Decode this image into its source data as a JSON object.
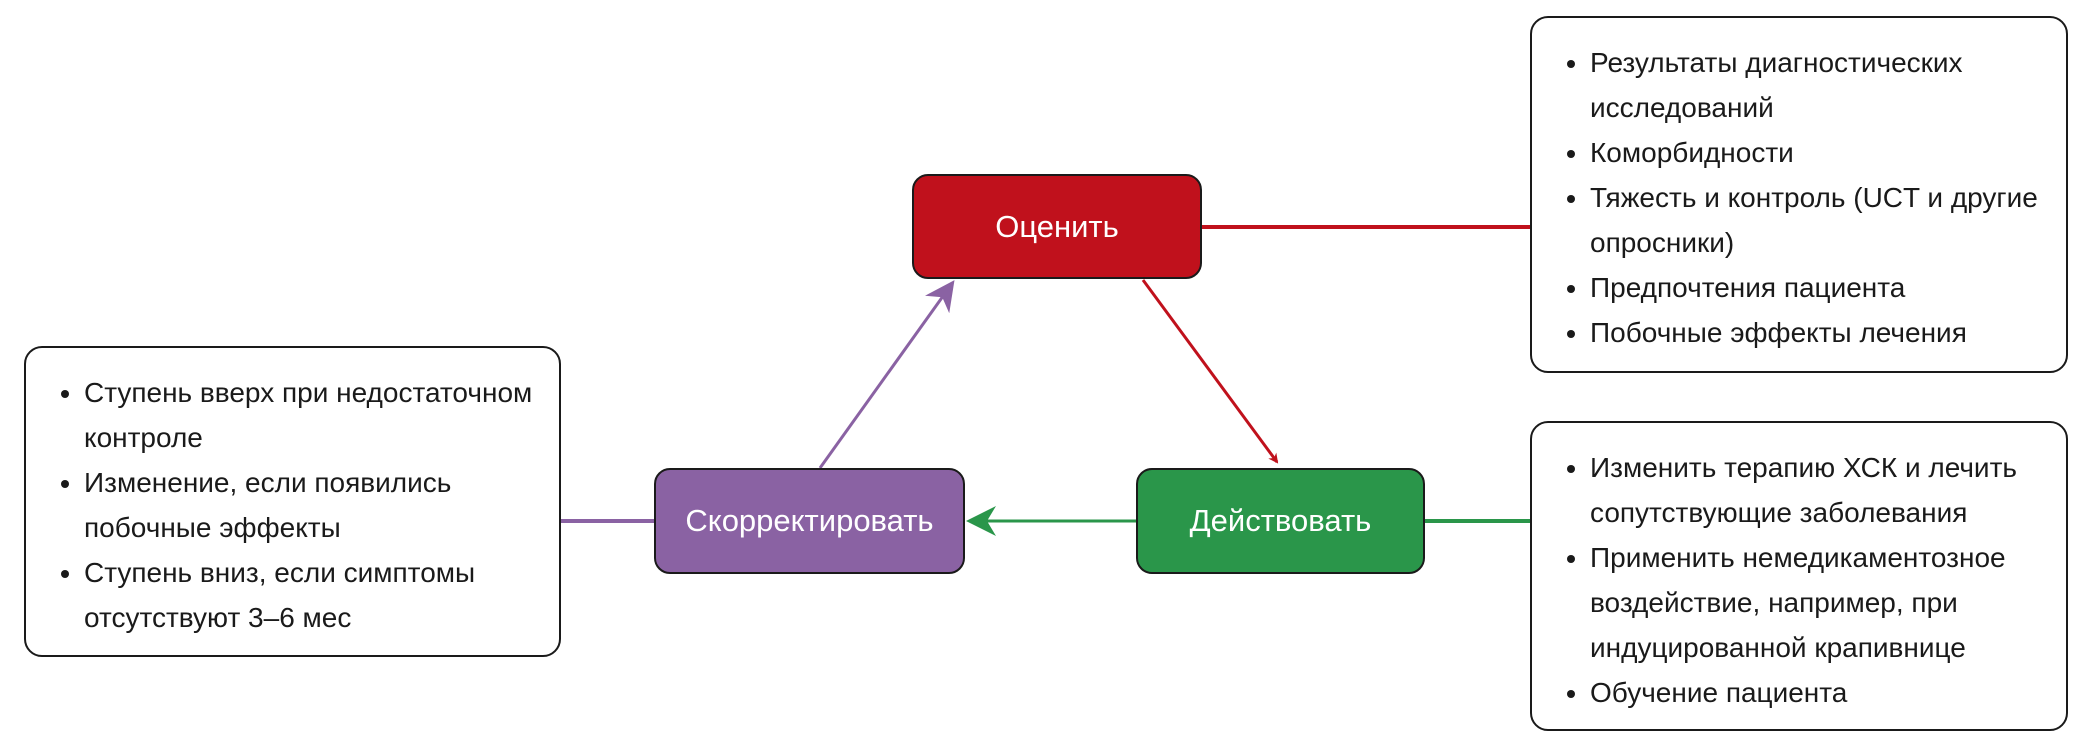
{
  "nodes": {
    "assess": {
      "label": "Оценить",
      "color": "#c0111c"
    },
    "act": {
      "label": "Действовать",
      "color": "#2a964a"
    },
    "adjust": {
      "label": "Скорректировать",
      "color": "#8a62a3"
    }
  },
  "assess_box": {
    "items": [
      "Результаты диагностических исследований",
      "Коморбидности",
      "Тяжесть и контроль (UCT и другие опросники)",
      "Предпочтения пациента",
      "Побочные эффекты лечения"
    ]
  },
  "act_box": {
    "items": [
      "Изменить терапию ХСК и лечить сопутствующие заболевания",
      "Применить немедикаментозное воздействие, например, при индуцированной крапивнице",
      "Обучение пациента"
    ]
  },
  "adjust_box": {
    "items": [
      "Ступень вверх при недостаточном контроле",
      "Изменение, если появились побочные эффекты",
      "Ступень вниз, если симптомы отсутствуют 3–6 мес"
    ]
  }
}
